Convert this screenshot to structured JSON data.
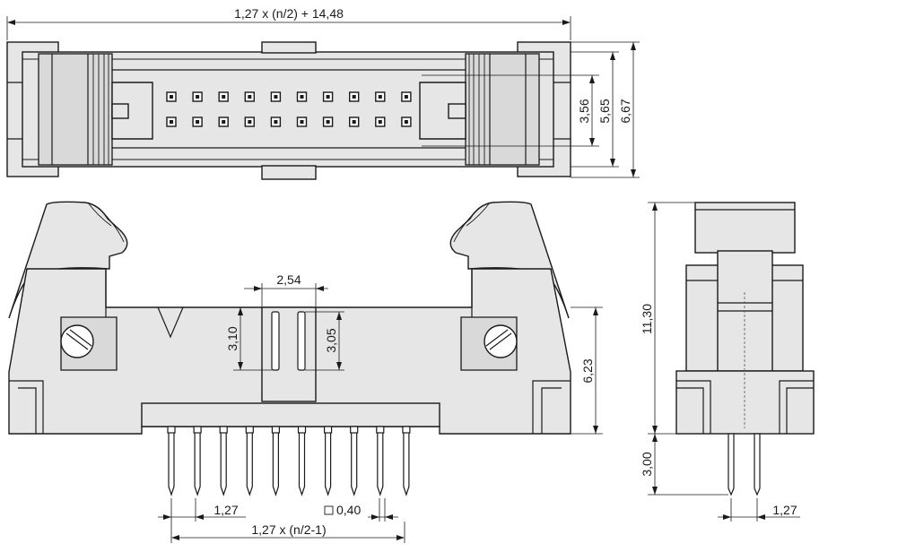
{
  "dimensions": {
    "overall_length": "1,27 x (n/2) + 14,48",
    "pitch_row_spacing": "3,56",
    "inner_width": "5,65",
    "outer_width": "6,67",
    "pin_spacing_top": "2,54",
    "pin_stub_left": "3,10",
    "pin_stub_right": "3,05",
    "body_height": "6,23",
    "side_height": "11,30",
    "pin_length": "3,00",
    "pitch_front": "1,27",
    "pin_square": "0,40",
    "pin_row_length": "1,27 x (n/2-1)",
    "pitch_side": "1,27"
  }
}
